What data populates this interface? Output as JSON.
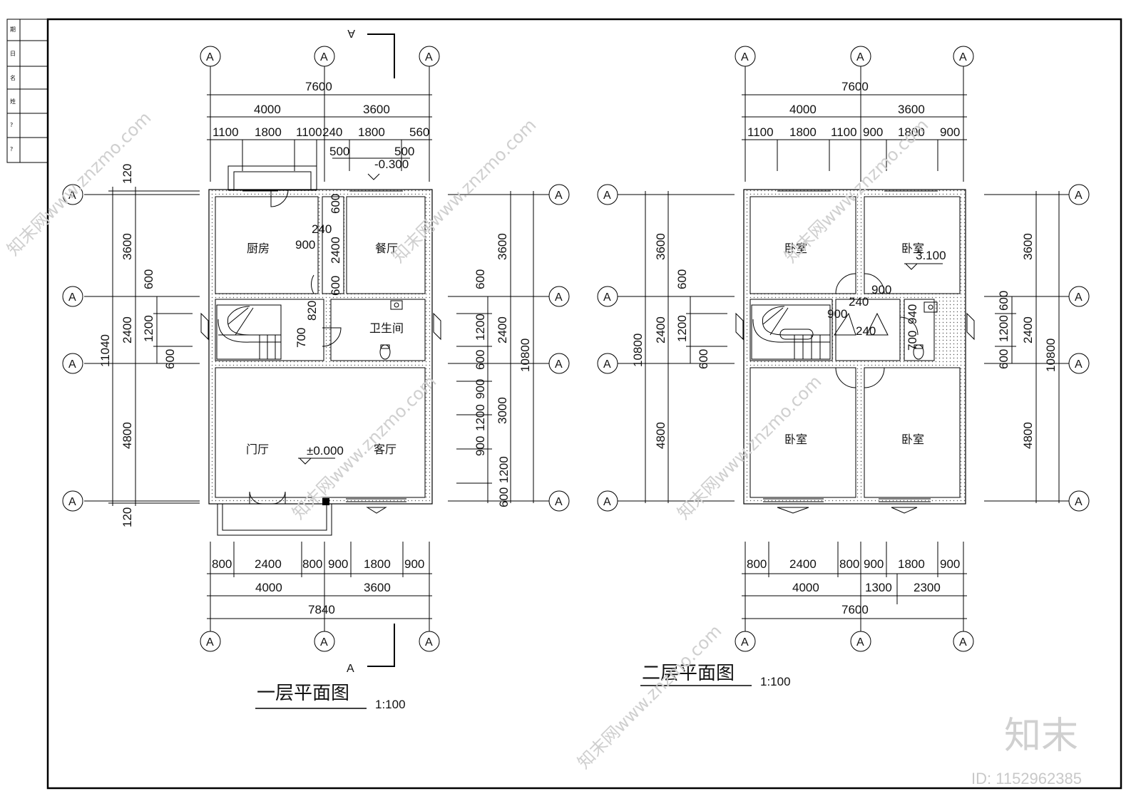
{
  "plan1": {
    "title": "一层平面图",
    "scale": "1:100",
    "grid_label": "A",
    "section_label": "A",
    "top_total": "7600",
    "top_parts": [
      "4000",
      "3600"
    ],
    "top_detail": [
      "1100",
      "1800",
      "1100",
      "240",
      "1800",
      "560"
    ],
    "top_small": [
      "500",
      "500"
    ],
    "level_top": "-0.300",
    "level_main": "±0.000",
    "bottom_detail": [
      "800",
      "2400",
      "800",
      "900",
      "1800",
      "900"
    ],
    "bottom_parts": [
      "4000",
      "3600"
    ],
    "bottom_total": "7840",
    "left_outer": "11040",
    "left_parts": [
      "3600",
      "2400",
      "4800"
    ],
    "left_small": [
      "120",
      "120"
    ],
    "left_inner": [
      "600",
      "1200",
      "600"
    ],
    "right_total": "10800",
    "right_parts": [
      "3600",
      "2400"
    ],
    "right_inner": [
      "600",
      "1200",
      "600",
      "900",
      "1200",
      "900",
      "1200",
      "600"
    ],
    "right_3000": "3000",
    "inner_dims": [
      "240",
      "900",
      "2400",
      "600",
      "600",
      "820",
      "700"
    ],
    "rooms": {
      "kitchen": "厨房",
      "dining": "餐厅",
      "bath": "卫生间",
      "foyer": "门厅",
      "living": "客厅"
    }
  },
  "plan2": {
    "title": "二层平面图",
    "scale": "1:100",
    "grid_label": "A",
    "top_total": "7600",
    "top_parts": [
      "4000",
      "3600"
    ],
    "top_detail": [
      "1100",
      "1800",
      "1100",
      "900",
      "1800",
      "900"
    ],
    "level": "3.100",
    "bottom_detail": [
      "800",
      "2400",
      "800",
      "900",
      "1800",
      "900"
    ],
    "bottom_parts": [
      "4000",
      "1300",
      "2300"
    ],
    "bottom_total": "7600",
    "left_outer": "10800",
    "left_parts": [
      "3600",
      "2400",
      "4800"
    ],
    "left_inner": [
      "600",
      "1200",
      "600"
    ],
    "right_total": "10800",
    "right_parts": [
      "3600",
      "2400",
      "4800"
    ],
    "right_inner": [
      "600",
      "1200",
      "600"
    ],
    "inner_dims": [
      "240",
      "900",
      "900",
      "240",
      "940",
      "700"
    ],
    "rooms": {
      "bed1": "卧室",
      "bed2": "卧室",
      "bed3": "卧室",
      "bed4": "卧室"
    }
  },
  "title_block": [
    "期",
    "日",
    "名",
    "姓",
    "?",
    "?"
  ],
  "watermark": {
    "brand": "知末",
    "id": "ID: 1152962385",
    "site": "知末网www.znzmo.com"
  }
}
